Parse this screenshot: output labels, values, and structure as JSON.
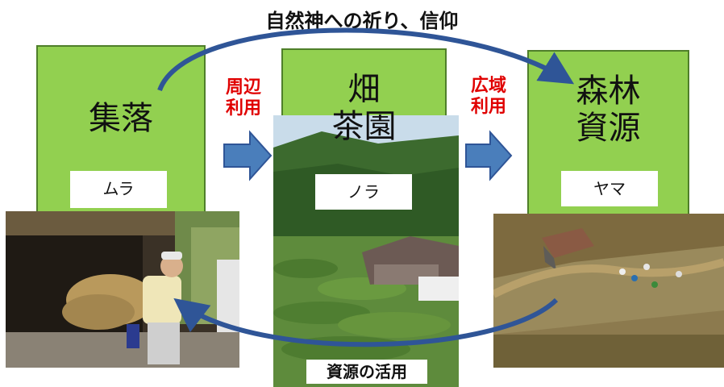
{
  "title": "自然神への祈り、信仰",
  "bottom_label": "資源の活用",
  "nodes": [
    {
      "title": "集落",
      "sub": "ムラ"
    },
    {
      "title": "畑\n茶園",
      "sub": "ノラ"
    },
    {
      "title": "森林\n資源",
      "sub": "ヤマ"
    }
  ],
  "arrow_labels": [
    "周辺\n利用",
    "広域\n利用"
  ],
  "colors": {
    "box": "#92d050",
    "arrow": "#4a7ebb",
    "curve": "#2f5597",
    "label_red": "#e00000"
  }
}
